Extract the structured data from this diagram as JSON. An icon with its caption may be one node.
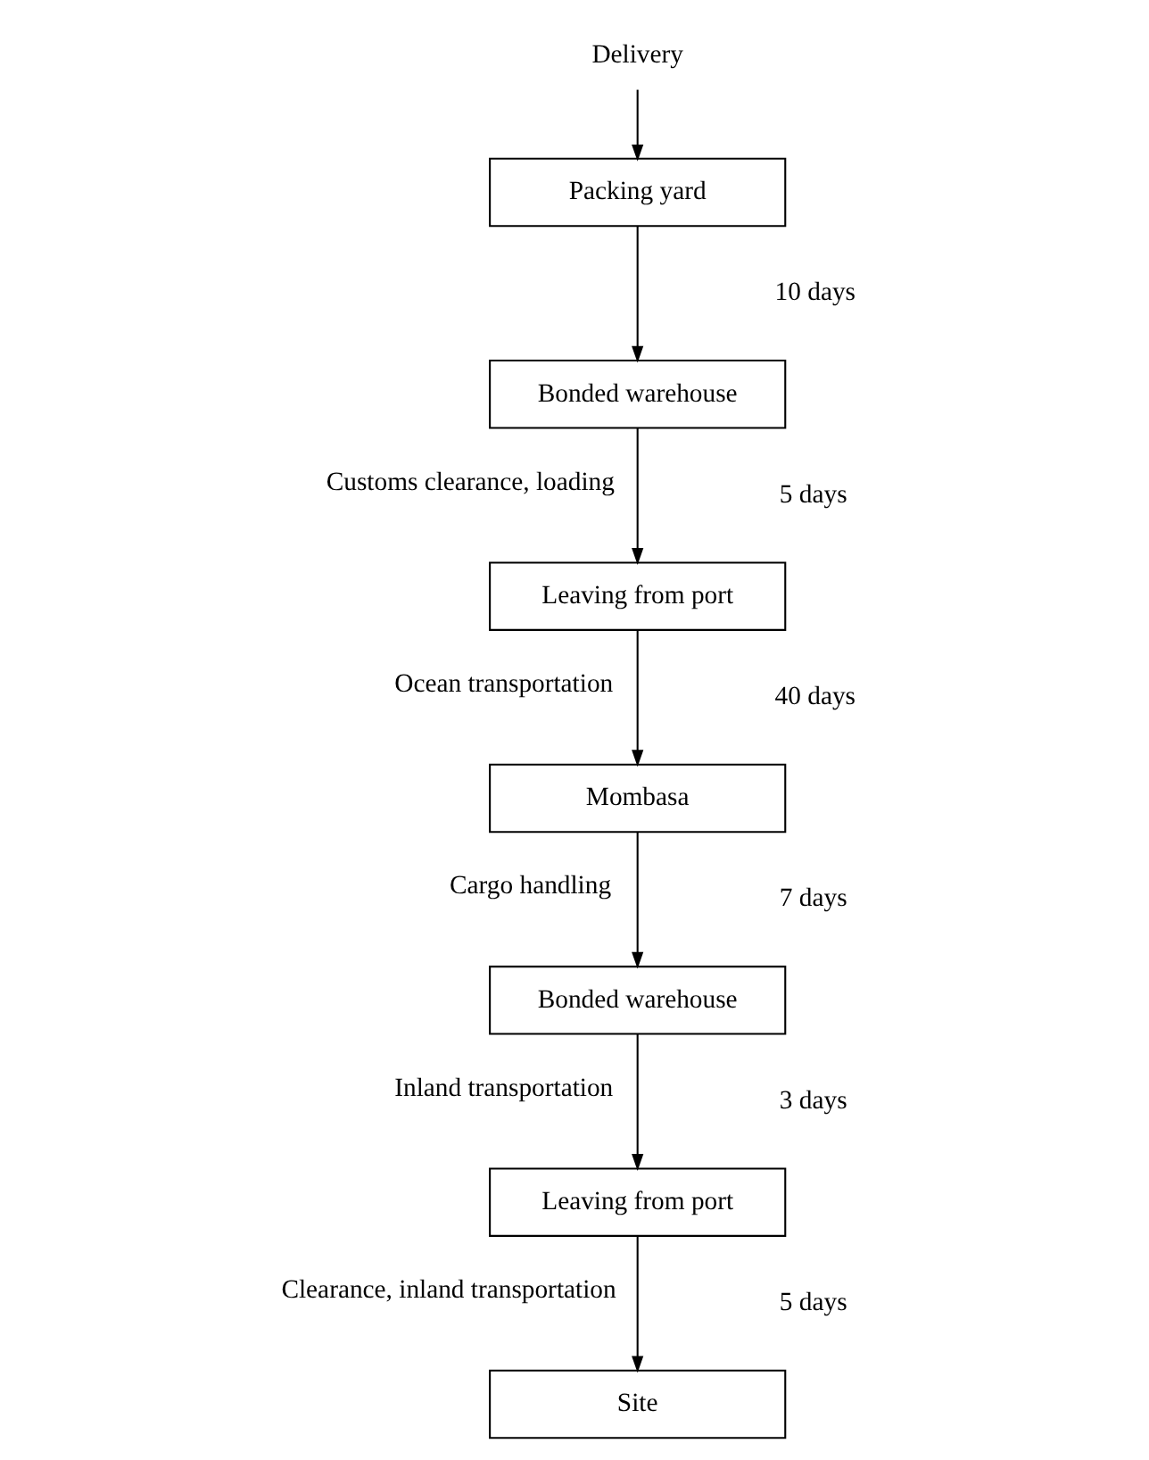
{
  "diagram": {
    "nodes": [
      {
        "text": [
          "Delivery"
        ]
      },
      {
        "text": [
          "Packing yard"
        ]
      },
      {
        "text": [
          "Bonded warehouse"
        ]
      },
      {
        "text": [
          "Leaving from port"
        ]
      },
      {
        "text": [
          "Mombasa"
        ]
      },
      {
        "text": [
          "Bonded warehouse"
        ]
      },
      {
        "text": [
          "Leaving from port"
        ]
      },
      {
        "text": [
          "Site"
        ]
      }
    ],
    "edges": [
      {
        "from": 0,
        "to": 1,
        "arrow": "to"
      },
      {
        "from": 1,
        "to": 2,
        "arrow": "to"
      },
      {
        "from": 2,
        "to": 3,
        "arrow": "to",
        "label": "Customs clearance, loading"
      },
      {
        "from": 3,
        "to": 4,
        "arrow": "to",
        "label": "Ocean transportation"
      },
      {
        "from": 4,
        "to": 5,
        "arrow": "to",
        "label": "Cargo handling"
      },
      {
        "from": 5,
        "to": 6,
        "arrow": "to",
        "label": "Inland transportation"
      },
      {
        "from": 6,
        "to": 7,
        "arrow": "to",
        "label": "Clearance, inland transportation"
      }
    ],
    "labels": [
      "10 days",
      "5 days",
      "40 days",
      "7 days",
      "3 days",
      "5 days"
    ]
  }
}
